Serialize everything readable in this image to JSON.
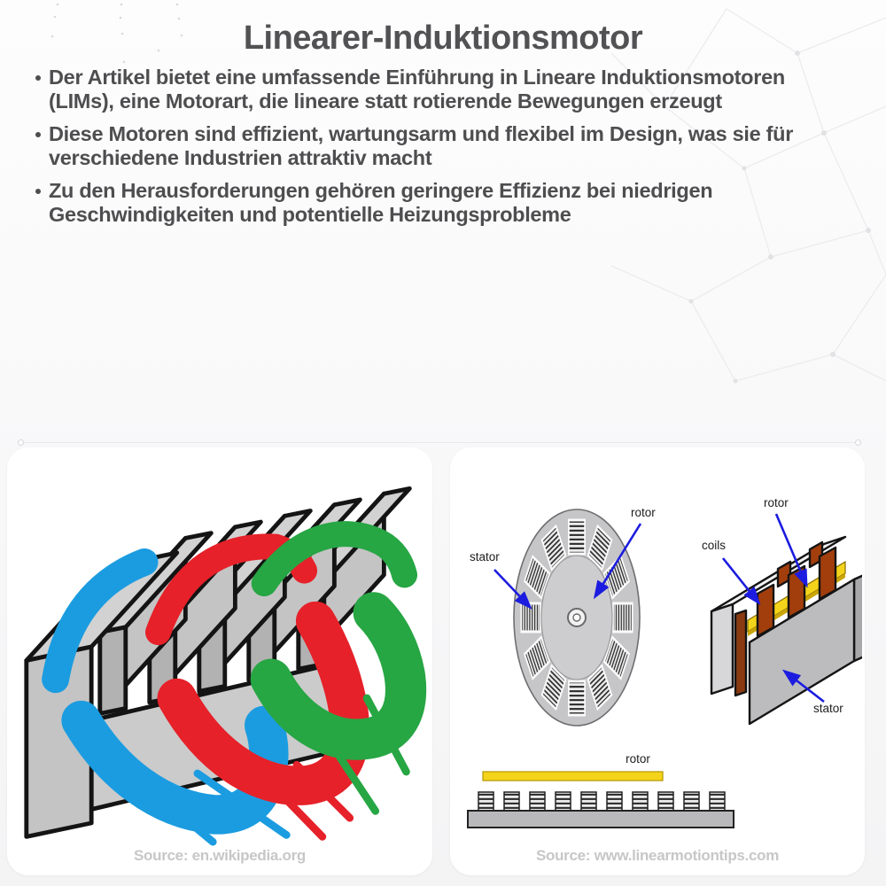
{
  "title": "Linearer-Induktionsmotor",
  "bullets": [
    "Der Artikel bietet eine umfassende Einführung in Lineare Induktionsmotoren (LIMs), eine Motorart, die lineare statt rotierende Bewegungen erzeugt",
    "Diese Motoren sind effizient, wartungsarm und flexibel im Design, was sie für verschiedene Industrien attraktiv macht",
    "Zu den Herausforderungen gehören geringere Effizienz bei niedrigen Geschwindigkeiten und potentielle Heizungsprobleme"
  ],
  "left_card": {
    "illustration": "linear-induction-motor-winding-3d",
    "source": "Source: en.wikipedia.org",
    "phase_colors": {
      "phase_a": "#1b9ce0",
      "phase_b": "#e62129",
      "phase_c": "#27a644"
    },
    "core_color": "#d2d2d2"
  },
  "right_card": {
    "source": "Source: www.linearmotiontips.com",
    "arrow_color": "#1c1ce0",
    "rotor_bar_color": "#f4d41a",
    "coil_color": "#a23e0c",
    "rotary_diagram": {
      "labels": {
        "stator": "stator",
        "rotor": "rotor"
      }
    },
    "linear_diagram": {
      "labels": {
        "rotor": "rotor",
        "coils": "coils",
        "stator": "stator"
      }
    },
    "flat_diagram": {
      "labels": {
        "rotor": "rotor"
      }
    }
  },
  "theme": {
    "title_color": "#525254",
    "text_color": "#4e4e50",
    "page_background": "#f4f4f5",
    "card_background": "#ffffff",
    "muted_caption_color": "#c7c7c9"
  }
}
